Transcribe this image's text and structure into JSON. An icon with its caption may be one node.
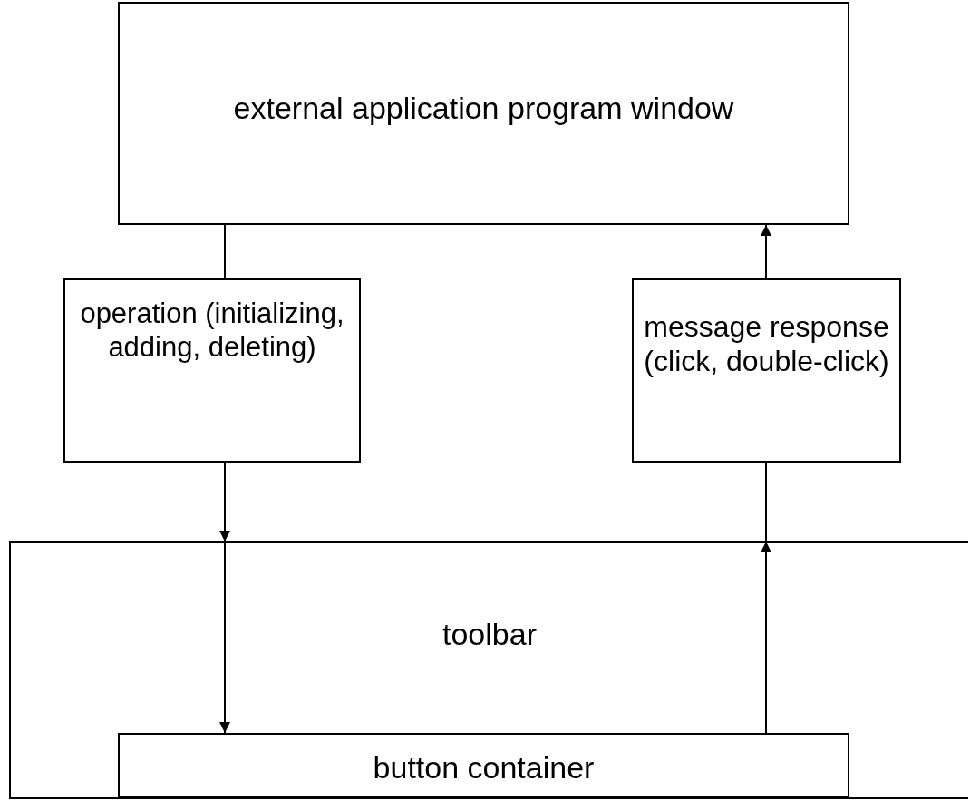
{
  "diagram": {
    "nodes": [
      {
        "text": [
          "external application program window"
        ]
      },
      {
        "text": [
          "operation (initializing, adding, deleting)"
        ]
      },
      {
        "text": [
          "message response (click, double-click)"
        ]
      },
      {
        "text": [
          "toolbar"
        ]
      },
      {
        "text": [
          "button container"
        ],
        "in": 3
      }
    ],
    "edges": [
      {
        "from": 0,
        "to": 1,
        "arrow": "none"
      },
      {
        "from": 1,
        "to": 3,
        "arrow": "to"
      },
      {
        "from": 3,
        "to": 4,
        "arrow": "to"
      },
      {
        "from": 4,
        "to": 3,
        "arrow": "to"
      },
      {
        "from": 3,
        "to": 2,
        "arrow": "none"
      },
      {
        "from": 2,
        "to": 0,
        "arrow": "to"
      }
    ]
  }
}
